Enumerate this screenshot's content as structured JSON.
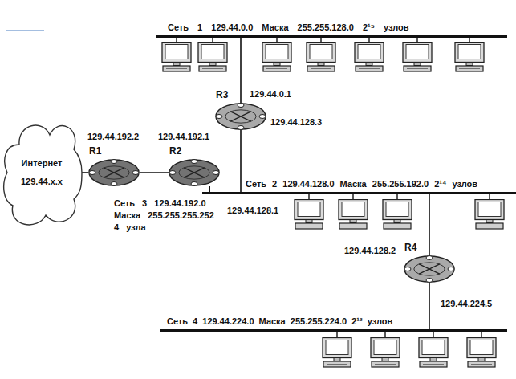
{
  "diagram": {
    "nodes": [
      {
        "text": [
          "Сеть 1 129.44.0.0 Маска 255.255.128.0 2¹⁵ узлов"
        ]
      },
      {
        "text": [
          "R3"
        ]
      },
      {
        "text": [
          "Интернет",
          "129.44.x.x"
        ]
      },
      {
        "text": [
          "R1"
        ]
      },
      {
        "text": [
          "R2"
        ]
      },
      {
        "text": [
          "Сеть 2 129.44.128.0 Маска 255.255.192.0 2¹⁴ узлов"
        ]
      },
      {
        "text": [
          "R4"
        ]
      },
      {
        "text": [
          "Сеть 4 129.44.224.0 Маска 255.255.224.0 2¹³ узлов"
        ]
      }
    ],
    "edges": [
      {
        "from": 2,
        "to": 3,
        "arrow": "none"
      },
      {
        "from": 3,
        "to": 4,
        "label": "Сеть 3 129.44.192.0 Маска 255.255.255.252 4 узла",
        "arrow": "none"
      },
      {
        "from": 4,
        "to": 5,
        "arrow": "none"
      },
      {
        "from": 1,
        "to": 0,
        "arrow": "none"
      },
      {
        "from": 1,
        "to": 5,
        "arrow": "none"
      },
      {
        "from": 6,
        "to": 5,
        "arrow": "none"
      },
      {
        "from": 6,
        "to": 7,
        "arrow": "none"
      }
    ],
    "labels": [
      "129.44.0.1",
      "129.44.128.3",
      "129.44.192.2",
      "129.44.192.1",
      "129.44.128.1",
      "129.44.128.2",
      "129.44.224.5"
    ]
  }
}
